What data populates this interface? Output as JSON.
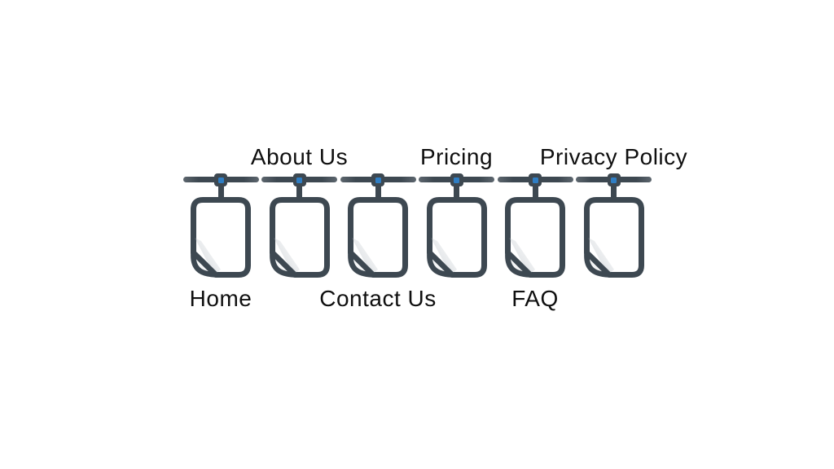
{
  "diagram": {
    "type": "sitemap",
    "pages": [
      {
        "label": "Home",
        "label_position": "below",
        "icon": "page-icon"
      },
      {
        "label": "About Us",
        "label_position": "above",
        "icon": "page-icon"
      },
      {
        "label": "Contact Us",
        "label_position": "below",
        "icon": "page-icon"
      },
      {
        "label": "Pricing",
        "label_position": "above",
        "icon": "page-icon"
      },
      {
        "label": "FAQ",
        "label_position": "below",
        "icon": "page-icon"
      },
      {
        "label": "Privacy Policy",
        "label_position": "above",
        "icon": "page-icon"
      }
    ],
    "colors": {
      "outline": "#3d4851",
      "accent": "#2f7ec4",
      "text": "#0f0f0f",
      "background": "#ffffff"
    }
  }
}
